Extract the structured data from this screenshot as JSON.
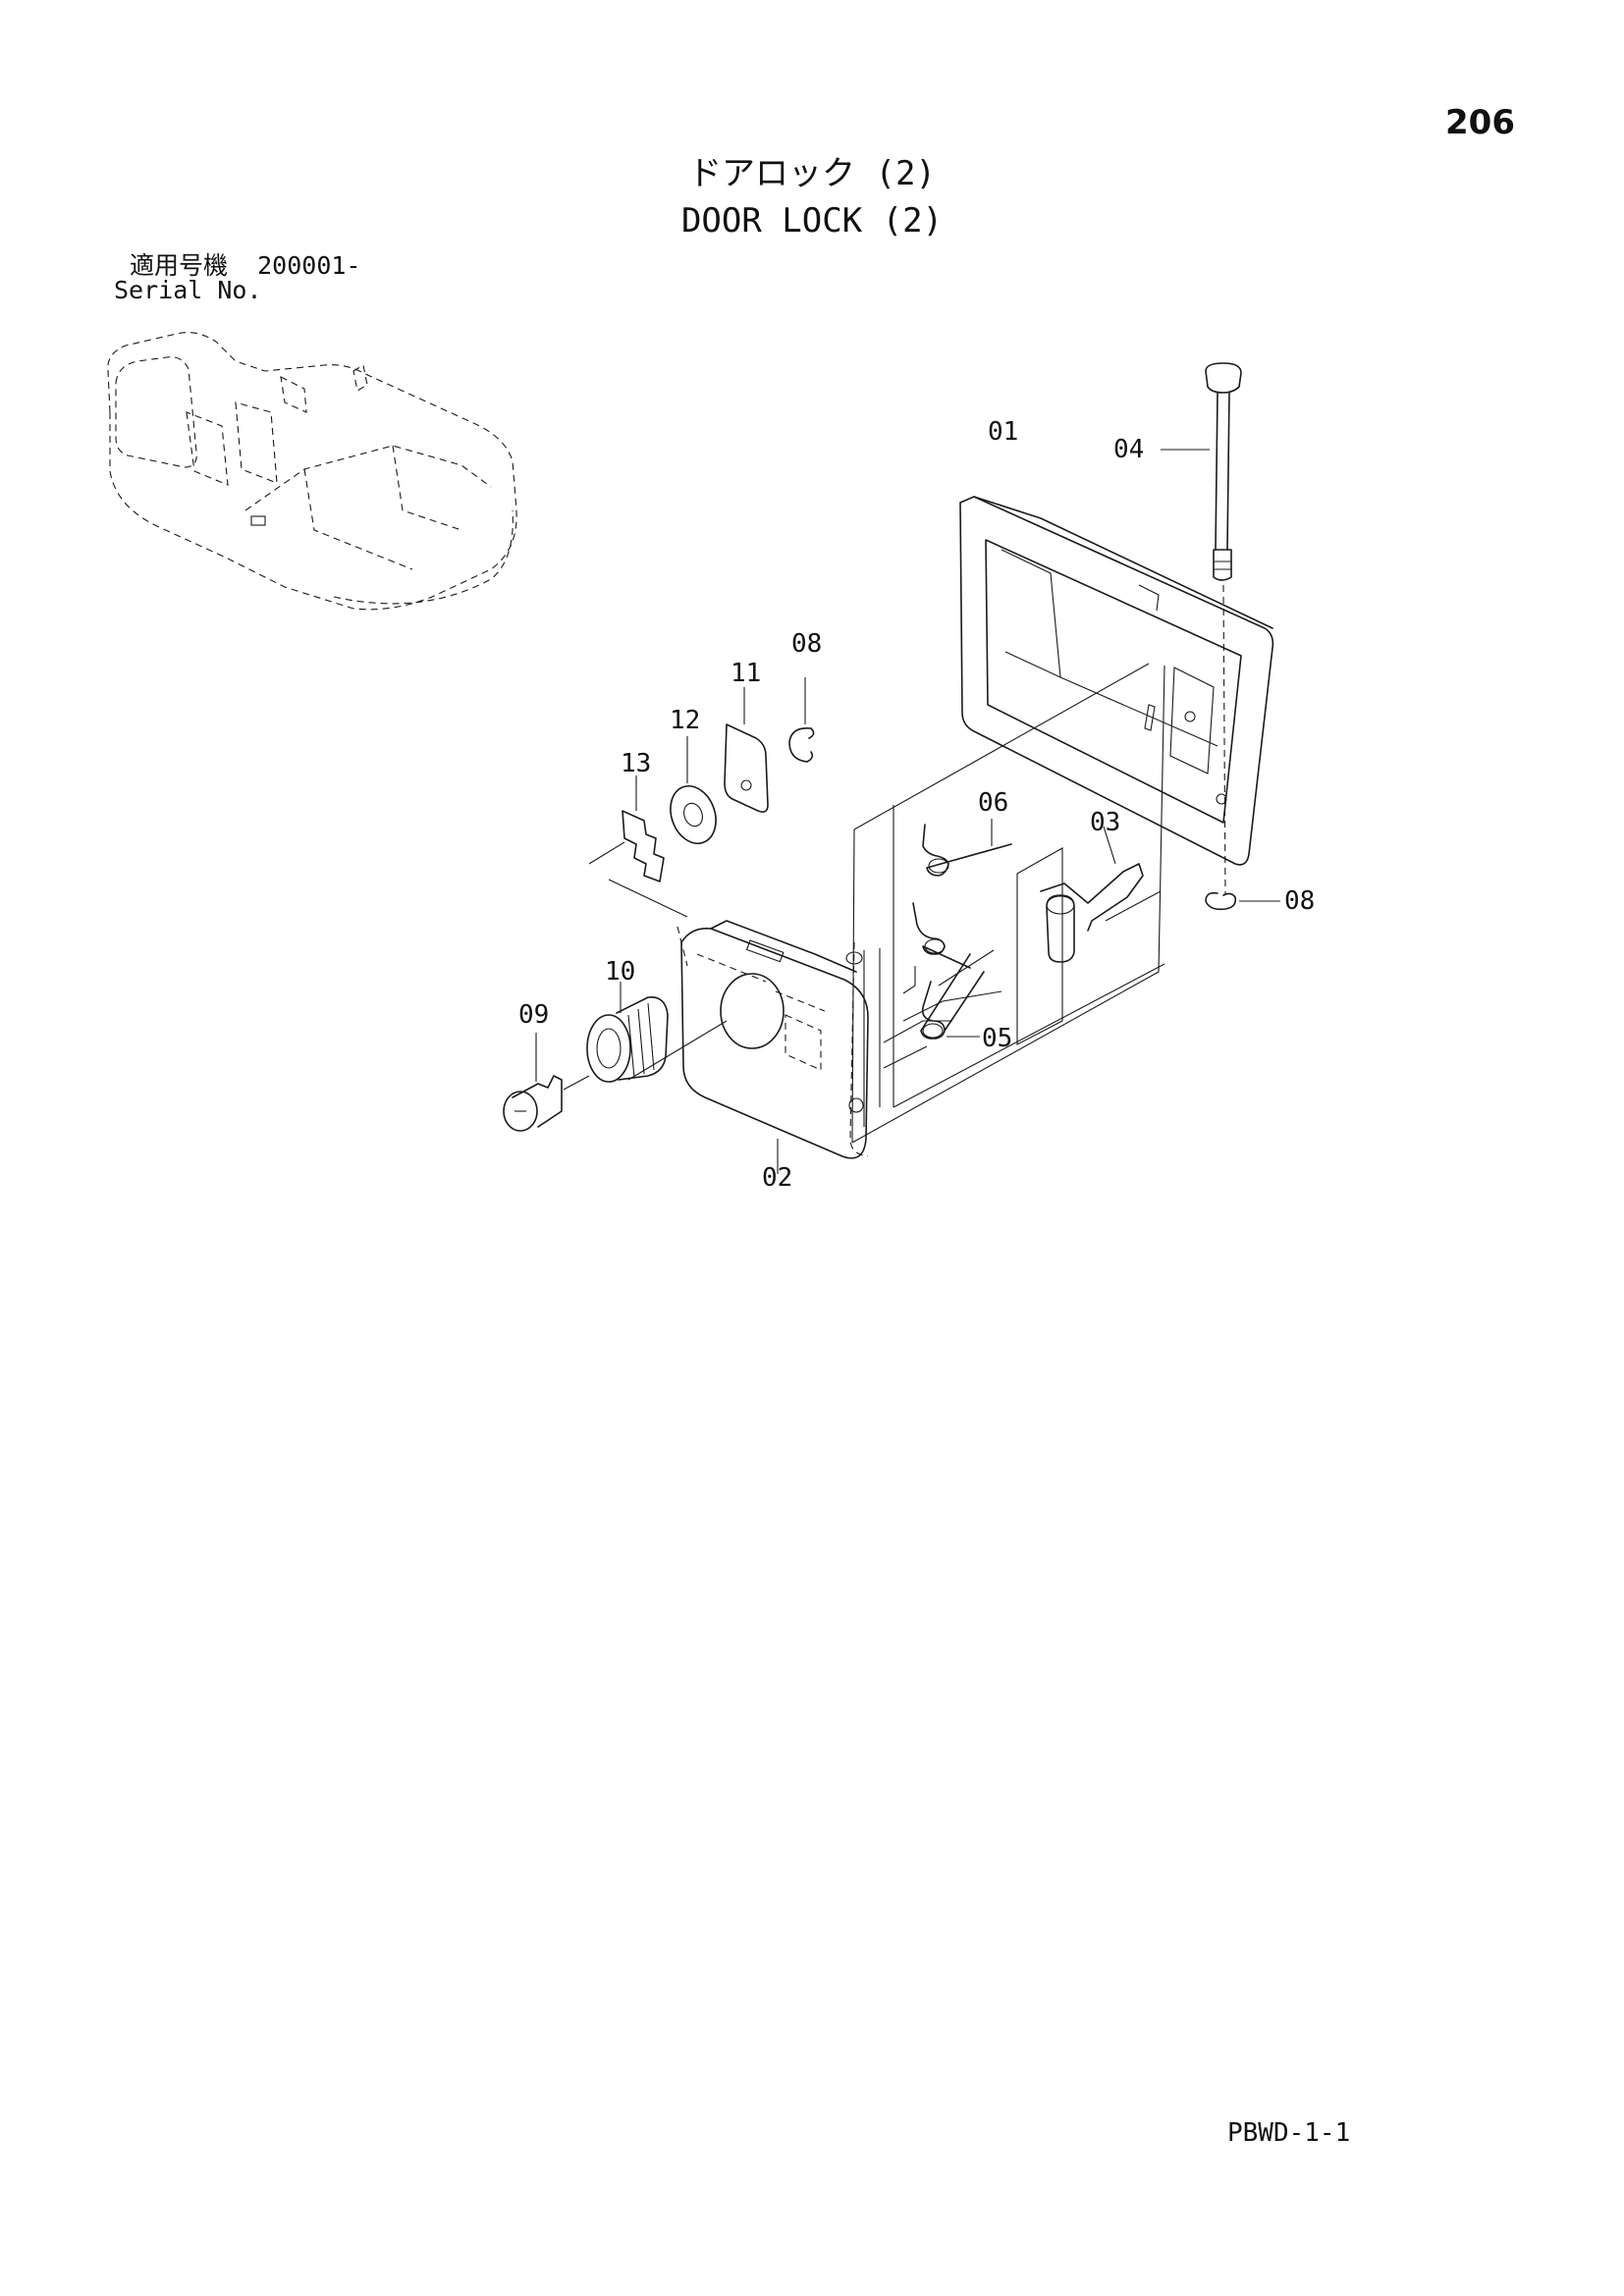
{
  "page_number": "206",
  "title_jp": "ドアロック (2)",
  "title_en": "DOOR LOCK (2)",
  "serial": {
    "label_jp": "適用号機",
    "value": "200001-",
    "label_en": "Serial No."
  },
  "callouts": {
    "c01": "01",
    "c02": "02",
    "c03": "03",
    "c04": "04",
    "c05": "05",
    "c06": "06",
    "c08a": "08",
    "c08b": "08",
    "c09": "09",
    "c10": "10",
    "c11": "11",
    "c12": "12",
    "c13": "13"
  },
  "footer_code": "PBWD-1-1"
}
